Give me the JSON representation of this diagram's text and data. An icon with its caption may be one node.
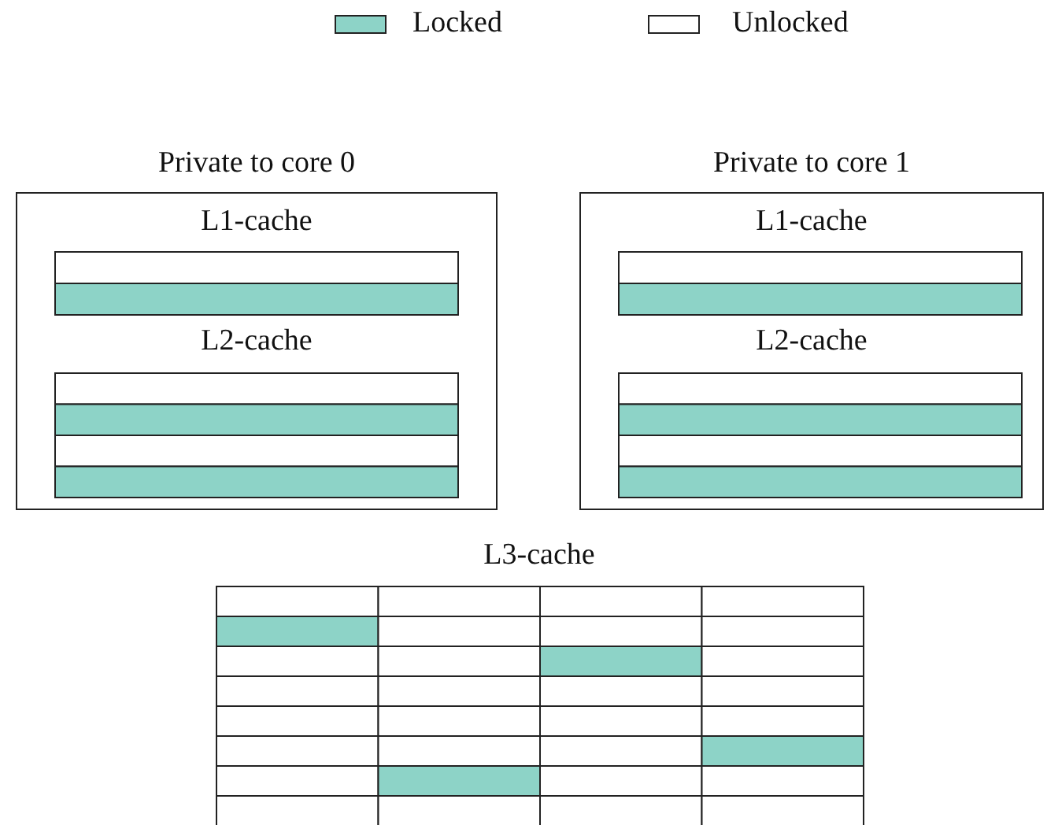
{
  "diagram": {
    "nodes": [
      {
        "text": [
          "Private to core 0",
          "L1-cache",
          "L2-cache"
        ]
      },
      {
        "text": [
          "Private to core 1",
          "L1-cache",
          "L2-cache"
        ]
      }
    ],
    "labels": [
      "L3-cache"
    ],
    "legend": [
      {
        "text": "Locked",
        "color": "#8dd3c7"
      },
      {
        "text": "Unlocked",
        "color": "#ffffff"
      }
    ]
  }
}
